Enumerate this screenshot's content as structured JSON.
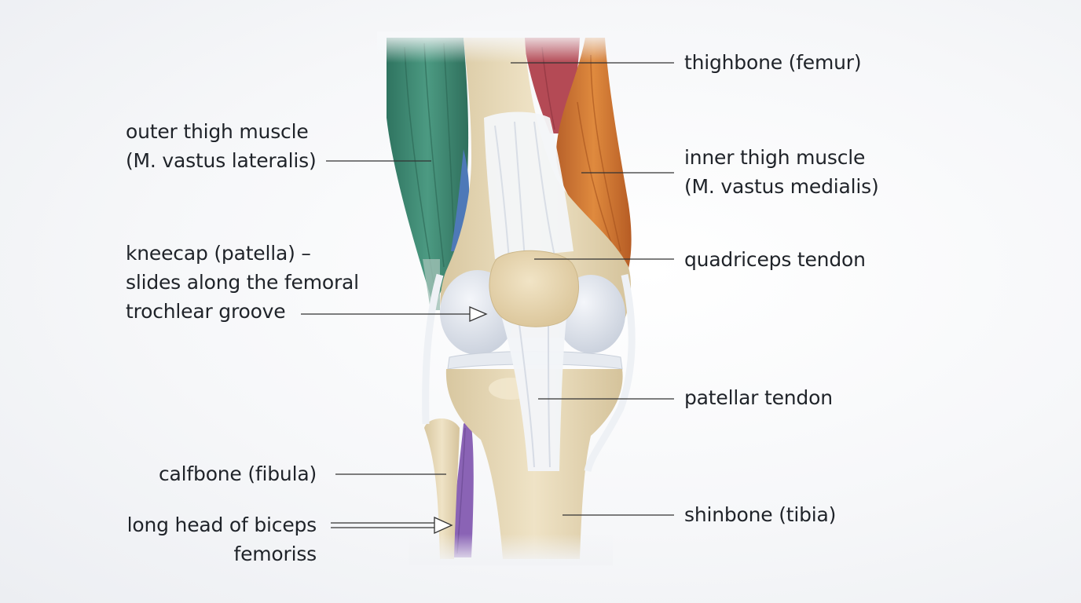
{
  "labels": {
    "thighbone": "thighbone (femur)",
    "outer_thigh_muscle": [
      "outer thigh muscle",
      "(M. vastus lateralis)"
    ],
    "inner_thigh_muscle": [
      "inner thigh muscle",
      "(M. vastus medialis)"
    ],
    "kneecap": [
      "kneecap (patella) –",
      "slides along the femoral",
      "trochlear groove"
    ],
    "quadriceps_tendon": "quadriceps tendon",
    "patellar_tendon": "patellar tendon",
    "calfbone": "calfbone (fibula)",
    "biceps_femoris": [
      "long head of biceps",
      "femoriss"
    ],
    "shinbone": "shinbone (tibia)"
  },
  "colors": {
    "bone": "#eadcbb",
    "bone_shadow": "#d6c49b",
    "vastus_lateralis": "#3f8a73",
    "vastus_medialis": "#d27a32",
    "rectus_femoris": "#b44a55",
    "biceps_femoris": "#8a63b5",
    "blue_muscle": "#4e79b8",
    "tendon": "#f3f5f8",
    "cartilage": "#dfe4ec",
    "leader_line": "#333333"
  }
}
